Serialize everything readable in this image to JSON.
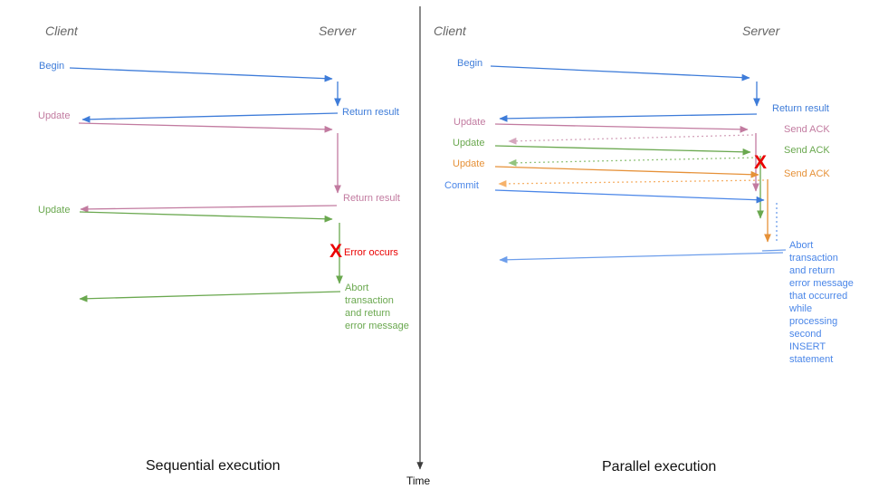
{
  "colors": {
    "blue": "#3e7cd9",
    "blue_light": "#6d9eeb",
    "commit_blue": "#4a86e8",
    "pink": "#c27ba0",
    "pink_light": "#d5a6bd",
    "green": "#6aa84f",
    "green_light": "#93c47d",
    "orange": "#e69138",
    "orange_light": "#f6b26b",
    "red": "#ea0000",
    "header_gray": "#666666",
    "axis": "#3d3d3d"
  },
  "timeline": {
    "label": "Time"
  },
  "left_panel": {
    "title": "Sequential execution",
    "client_header": "Client",
    "server_header": "Server",
    "begin_label": "Begin",
    "return_result_1": "Return result",
    "update_1": "Update",
    "return_result_2": "Return result",
    "update_2": "Update",
    "error_marker": "X",
    "error_label": "Error occurs",
    "abort_note": "Abort\ntransaction\nand return\nerror message"
  },
  "right_panel": {
    "title": "Parallel execution",
    "client_header": "Client",
    "server_header": "Server",
    "begin_label": "Begin",
    "return_result": "Return result",
    "update_1": "Update",
    "send_ack_1": "Send ACK",
    "update_2": "Update",
    "send_ack_2": "Send ACK",
    "update_3": "Update",
    "send_ack_3": "Send ACK",
    "error_marker": "X",
    "commit_label": "Commit",
    "abort_note": "Abort\ntransaction\nand return\nerror message\nthat occurred\nwhile\nprocessing\nsecond\nINSERT\nstatement"
  }
}
